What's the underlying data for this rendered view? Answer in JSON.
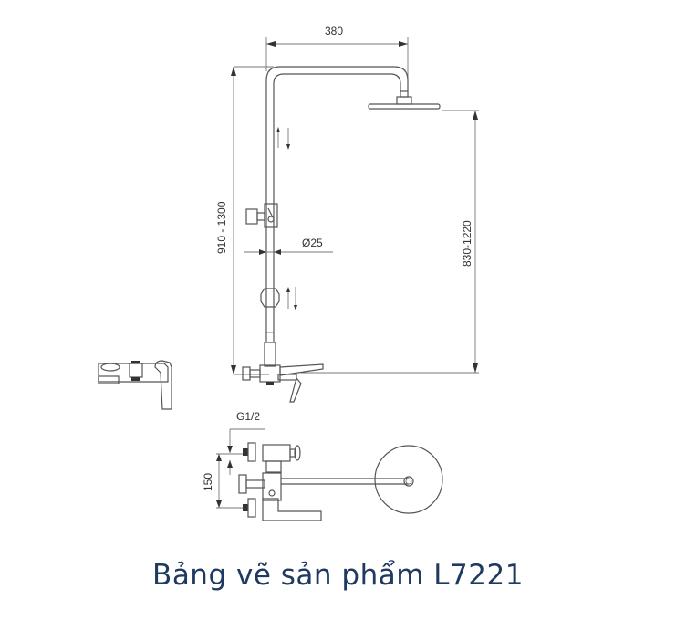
{
  "caption": "Bảng vẽ sản phẩm L7221",
  "product_code": "L7221",
  "dimensions": {
    "top_width": "380",
    "left_height": "910 - 1300",
    "right_height": "830-1220",
    "pipe_diameter": "Ø25",
    "thread": "G1/2",
    "inlet_spacing": "150"
  },
  "views": [
    "side-elevation",
    "side-mixer-view",
    "top-plan-view"
  ],
  "colors": {
    "caption": "#1f3a5f",
    "lines": "#555555",
    "background": "#ffffff"
  }
}
